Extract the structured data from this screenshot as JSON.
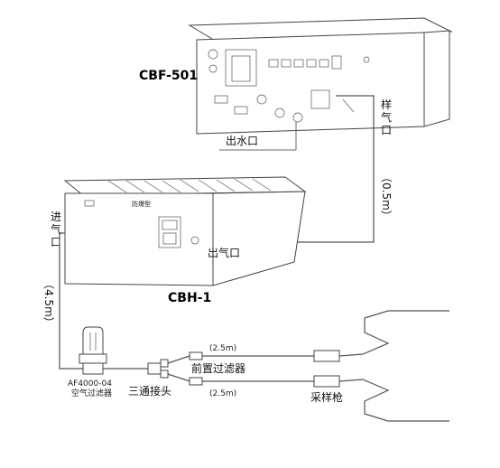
{
  "devices": {
    "cbf": "CBF-501",
    "cbh": "CBH-1",
    "filter_code": "AF4000-04",
    "filter_name": "空气过滤器"
  },
  "ports": {
    "water_out": "出水口",
    "sample_in": "样气口",
    "gas_in": "进气口",
    "gas_out": "出气口"
  },
  "lengths": {
    "tube_05": "（0.5m）",
    "tube_45": "（4.5m）",
    "tube_25_top": "(2.5m)",
    "tube_25_bottom": "(2.5m)"
  },
  "parts": {
    "prefilter": "前置过滤器",
    "tee": "三通接头",
    "probe": "采样枪"
  },
  "panel": {
    "cbh_label": "防爆型"
  }
}
